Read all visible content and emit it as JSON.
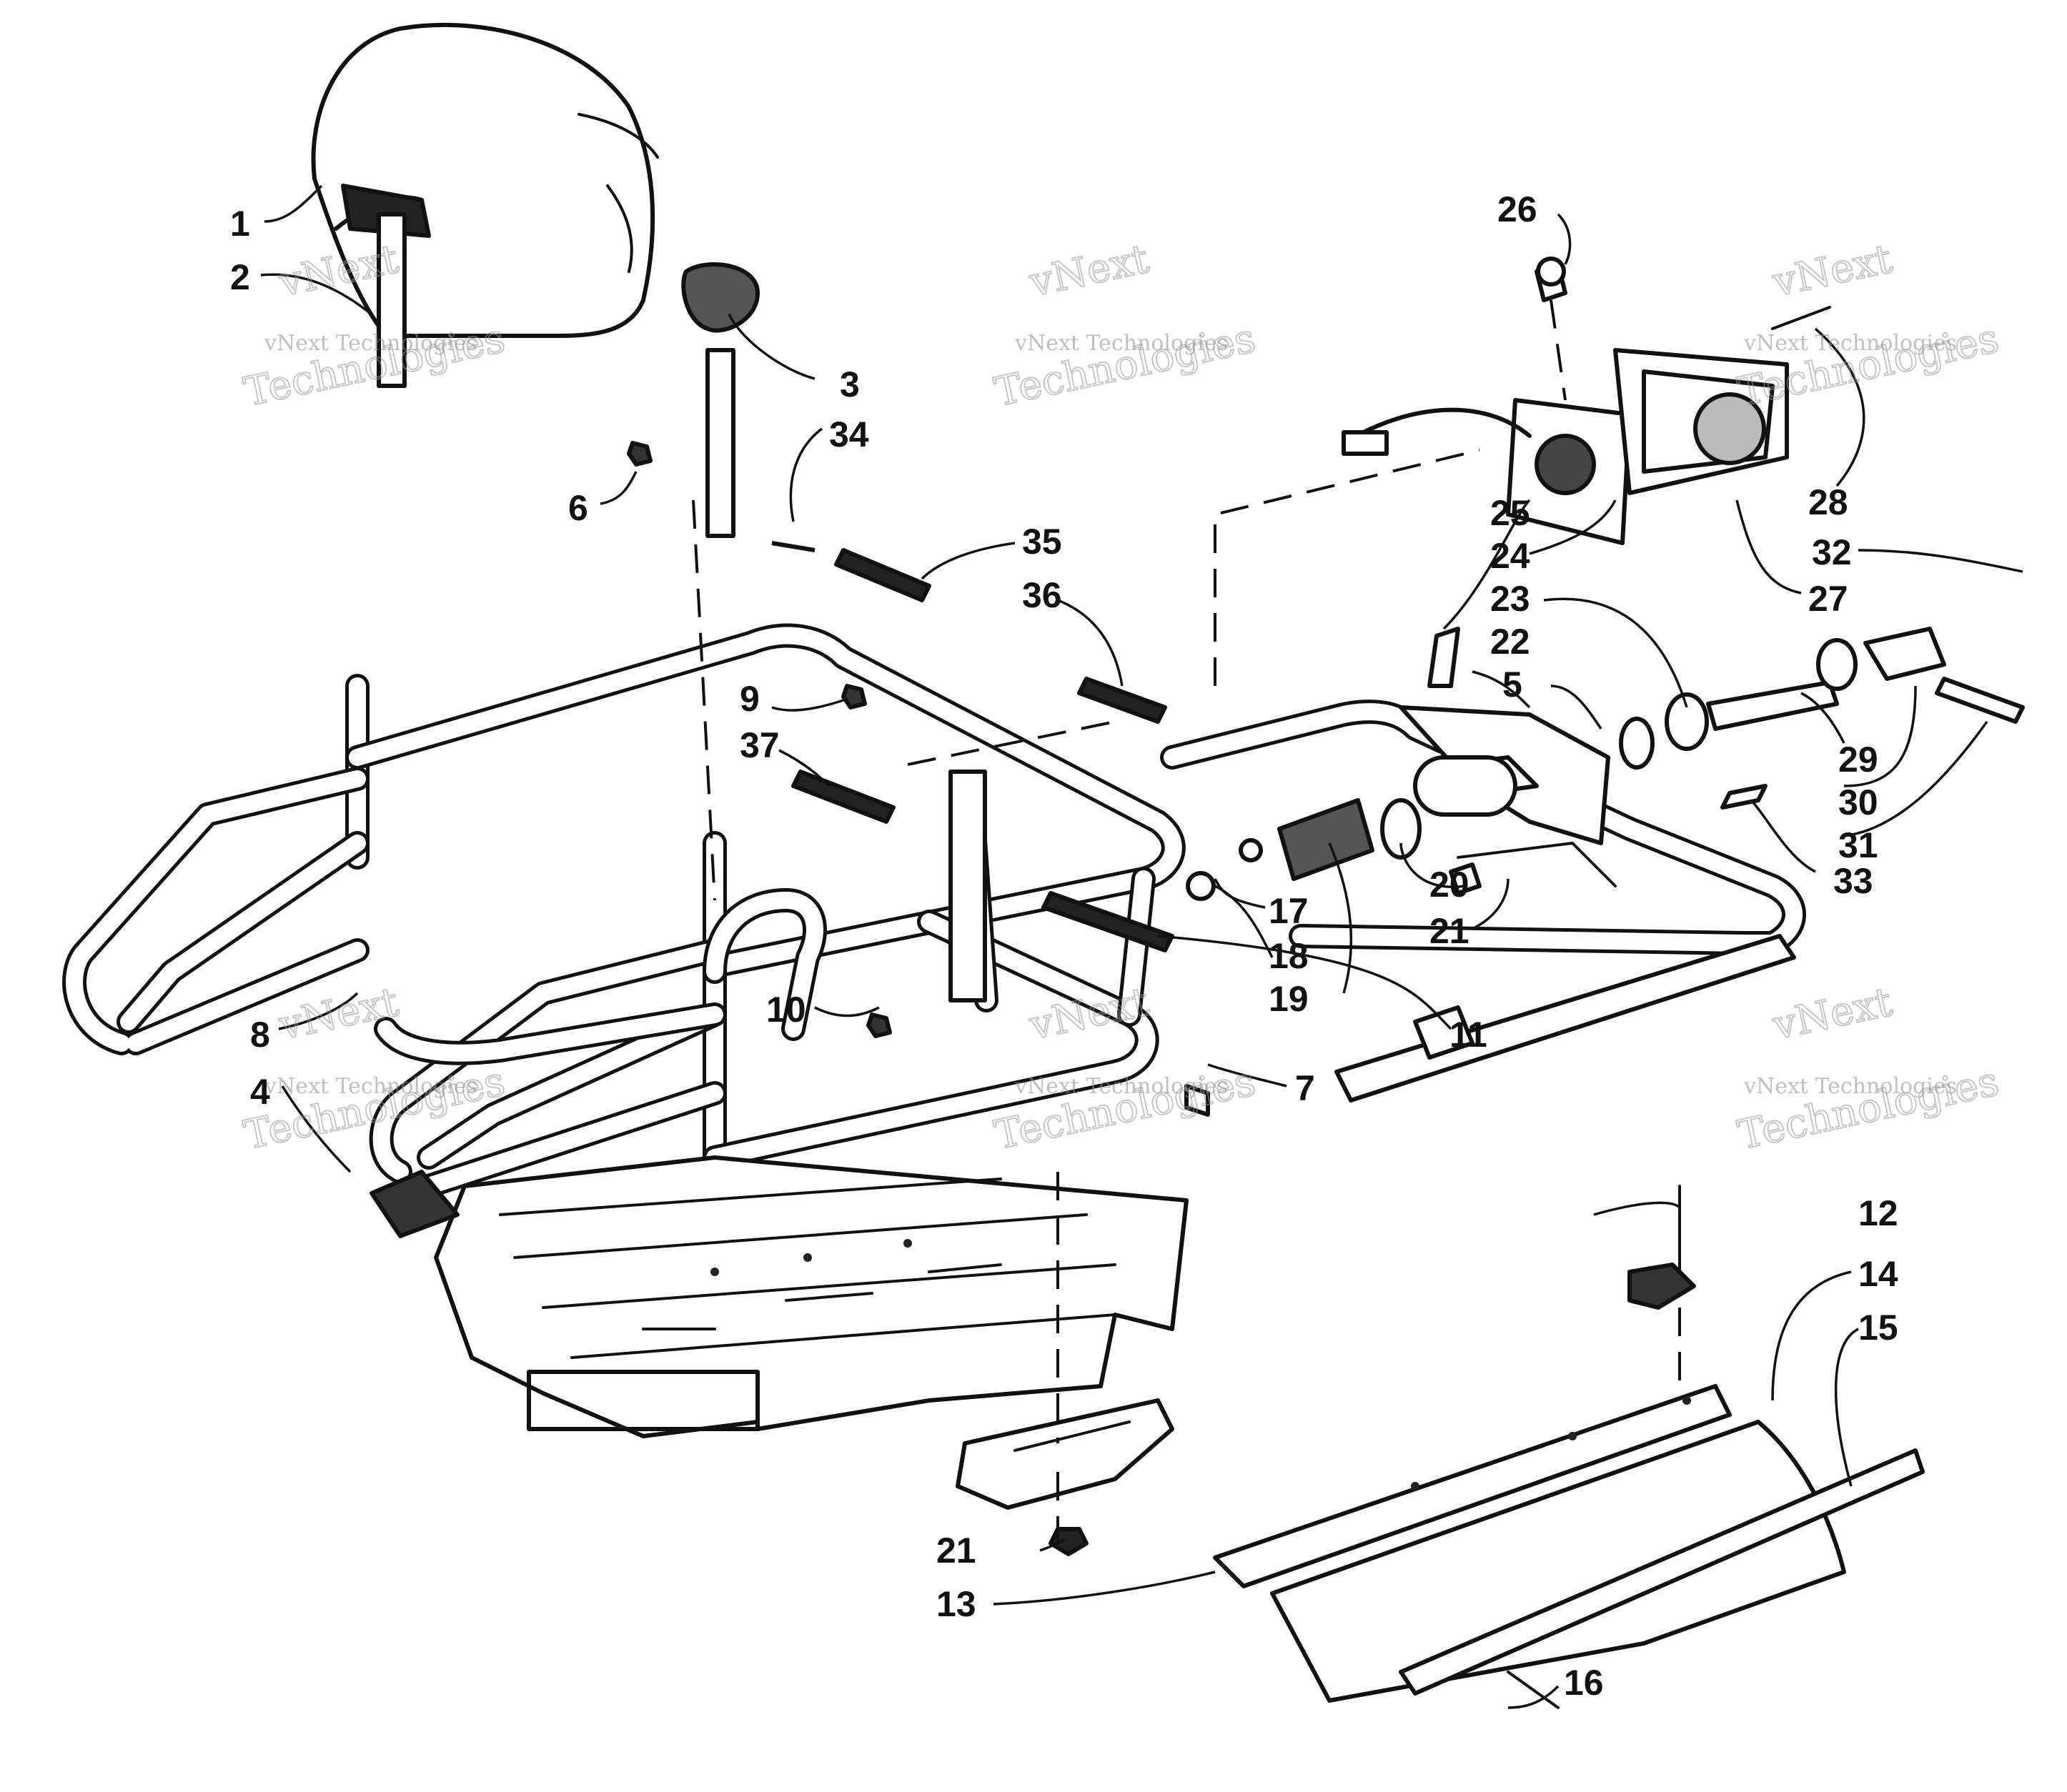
{
  "watermarks": [
    {
      "small": "vNext Technologies",
      "big": "Technologies",
      "top": "vNext"
    },
    {
      "small": "vNext Technologies",
      "big": "Technologies",
      "top": "vNext"
    },
    {
      "small": "vNext Technologies",
      "big": "Technologies",
      "top": "vNext"
    },
    {
      "small": "vNext Technologies",
      "big": "Technologies",
      "top": "vNext"
    },
    {
      "small": "vNext Technologies",
      "big": "Technologies",
      "top": "vNext"
    },
    {
      "small": "vNext Technologies",
      "big": "Technologies",
      "top": "vNext"
    }
  ],
  "callouts": [
    "1",
    "2",
    "3",
    "4",
    "5",
    "6",
    "7",
    "8",
    "9",
    "10",
    "11",
    "12",
    "13",
    "14",
    "15",
    "16",
    "17",
    "18",
    "19",
    "20",
    "21",
    "21",
    "22",
    "23",
    "24",
    "25",
    "26",
    "27",
    "28",
    "29",
    "30",
    "31",
    "32",
    "33",
    "34",
    "35",
    "36",
    "37"
  ]
}
